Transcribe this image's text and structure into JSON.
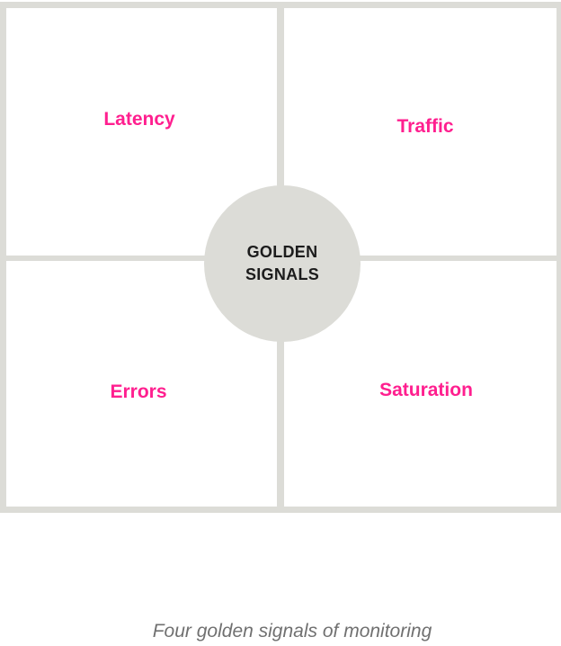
{
  "diagram": {
    "center": {
      "line1": "GOLDEN",
      "line2": "SIGNALS"
    },
    "quadrants": {
      "top_left": "Latency",
      "top_right": "Traffic",
      "bottom_left": "Errors",
      "bottom_right": "Saturation"
    }
  },
  "caption": "Four golden signals of monitoring",
  "colors": {
    "label": "#ff1f8f",
    "grid": "#dcdcd7",
    "center_text": "#1c1c1c",
    "caption": "#707070"
  }
}
